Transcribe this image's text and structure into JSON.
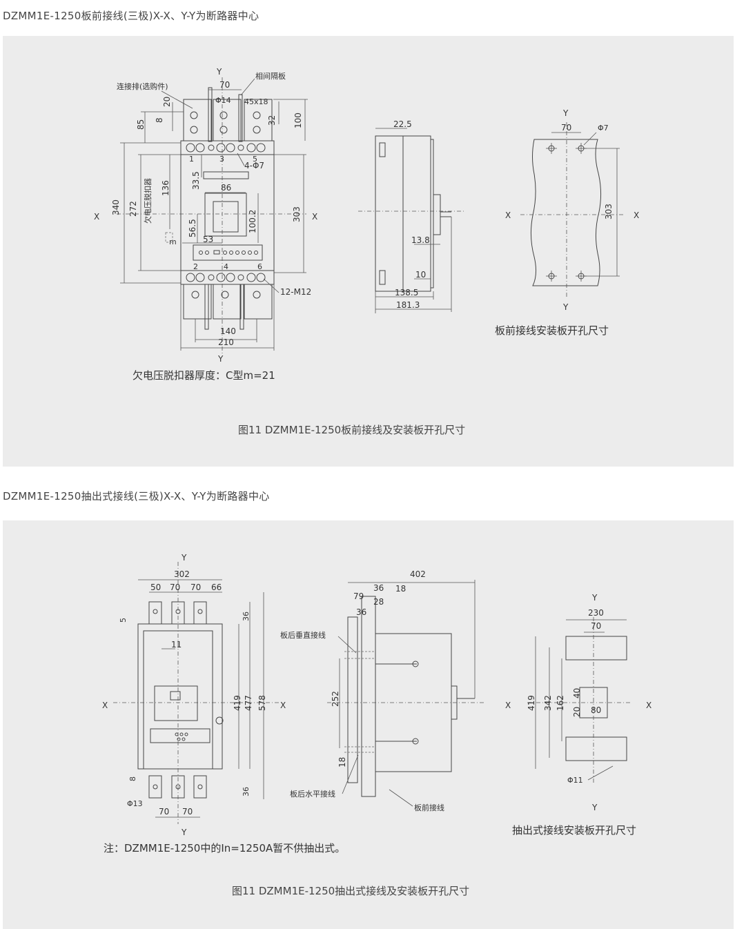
{
  "section1": {
    "heading": "DZMM1E-1250板前接线(三极)X-X、Y-Y为断路器中心",
    "labels": {
      "busbar": "连接排(选购件)",
      "barrier": "相间隔板",
      "undervoltage": "欠电压脱扣器",
      "holes4": "4-Φ7",
      "holes12": "12-M12",
      "phi14": "Φ14",
      "phi7": "Φ7",
      "slot": "45x18",
      "m": "m",
      "x": "X",
      "y": "Y"
    },
    "front_dims": [
      "70",
      "20",
      "8",
      "85",
      "32",
      "100",
      "340",
      "272",
      "136",
      "33.5",
      "86",
      "303",
      "56.5",
      "100.2",
      "53",
      "140",
      "210"
    ],
    "terminal_numbers": [
      "1",
      "3",
      "5",
      "2",
      "4",
      "6"
    ],
    "side_dims": [
      "22.5",
      "13.8",
      "10",
      "138.5",
      "181.3"
    ],
    "panel_dims": [
      "70",
      "303"
    ],
    "panel_caption": "板前接线安装板开孔尺寸",
    "note": "欠电压脱扣器厚度：C型m=21",
    "caption": "图11 DZMM1E-1250板前接线及安装板开孔尺寸"
  },
  "section2": {
    "heading": "DZMM1E-1250抽出式接线(三极)X-X、Y-Y为断路器中心",
    "labels": {
      "rear_vertical": "板后垂直接线",
      "rear_horizontal": "板后水平接线",
      "front_wiring": "板前接线",
      "phi13": "Φ13",
      "phi11": "Φ11",
      "x": "X",
      "y": "Y"
    },
    "front_dims": [
      "302",
      "50",
      "70",
      "70",
      "66",
      "5",
      "36",
      "11",
      "419",
      "477",
      "578",
      "8",
      "36",
      "70",
      "70"
    ],
    "side_dims": [
      "402",
      "79",
      "36",
      "18",
      "28",
      "36",
      "252",
      "18"
    ],
    "panel_dims": [
      "230",
      "70",
      "419",
      "342",
      "162",
      "40",
      "20",
      "80"
    ],
    "panel_caption": "抽出式接线安装板开孔尺寸",
    "note": "注：DZMM1E-1250中的In=1250A暂不供抽出式。",
    "caption": "图11 DZMM1E-1250抽出式接线及安装板开孔尺寸"
  },
  "colors": {
    "panel_bg": "#ececec",
    "line": "#444444",
    "text": "#333333"
  }
}
